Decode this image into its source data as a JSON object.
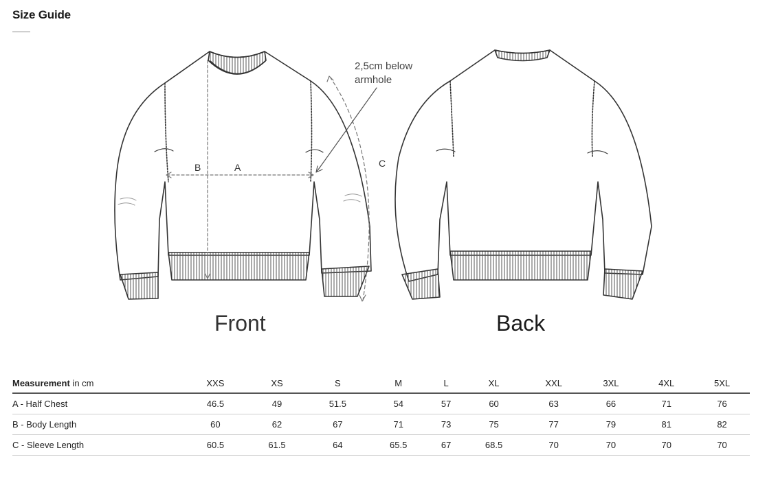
{
  "page": {
    "title": "Size Guide"
  },
  "illustration": {
    "front_label": "Front",
    "back_label": "Back",
    "note_line1": "2,5cm below",
    "note_line2": "armhole",
    "dim_a": "A",
    "dim_b": "B",
    "dim_c": "C"
  },
  "table": {
    "header_bold": "Measurement",
    "header_unit": " in cm",
    "sizes": [
      "XXS",
      "XS",
      "S",
      "M",
      "L",
      "XL",
      "XXL",
      "3XL",
      "4XL",
      "5XL"
    ],
    "rows": [
      {
        "label": "A - Half Chest",
        "values": [
          "46.5",
          "49",
          "51.5",
          "54",
          "57",
          "60",
          "63",
          "66",
          "71",
          "76"
        ]
      },
      {
        "label": "B - Body Length",
        "values": [
          "60",
          "62",
          "67",
          "71",
          "73",
          "75",
          "77",
          "79",
          "81",
          "82"
        ]
      },
      {
        "label": "C - Sleeve Length",
        "values": [
          "60.5",
          "61.5",
          "64",
          "65.5",
          "67",
          "68.5",
          "70",
          "70",
          "70",
          "70"
        ]
      }
    ]
  }
}
